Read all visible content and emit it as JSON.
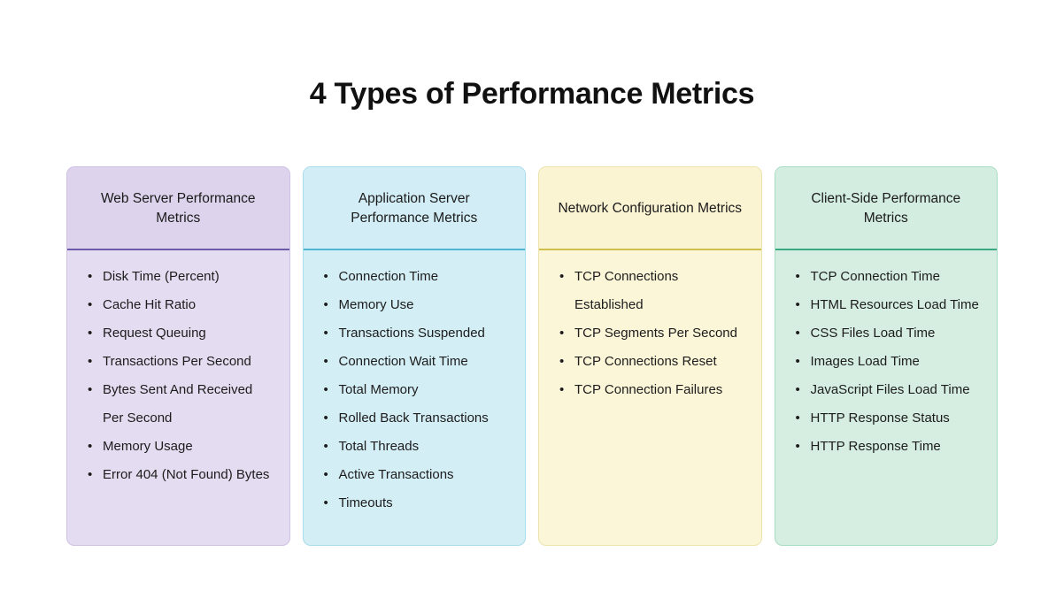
{
  "page": {
    "title": "4 Types of Performance Metrics",
    "background_color": "#ffffff"
  },
  "cards": [
    {
      "id": "web-server-performance-metrics",
      "header": "Web Server Performance Metrics",
      "accent_color": "#6d5aa8",
      "header_bg": "#ddd3ec",
      "body_bg": "#e4dcf1",
      "items": [
        "Disk Time (Percent)",
        "Cache Hit Ratio",
        "Request Queuing",
        "Transactions Per Second",
        "Bytes Sent And Received Per Second",
        "Memory Usage",
        "Error 404 (Not Found) Bytes"
      ]
    },
    {
      "id": "application-server-performance-metrics",
      "header": "Application Server Performance Metrics",
      "accent_color": "#4eb6d2",
      "header_bg": "#d2edf6",
      "body_bg": "#d4eef6",
      "items": [
        "Connection Time",
        "Memory Use",
        "Transactions Suspended",
        "Connection Wait Time",
        "Total Memory",
        "Rolled Back Transactions",
        "Total Threads",
        "Active Transactions",
        "Timeouts"
      ]
    },
    {
      "id": "network-configuration-metrics",
      "header": "Network Configuration Metrics",
      "accent_color": "#cfc04e",
      "header_bg": "#fbf4d3",
      "body_bg": "#fcf6d8",
      "items": [
        "TCP Connections Established",
        "TCP Segments Per Second",
        "TCP Connections Reset",
        "TCP Connection Failures"
      ]
    },
    {
      "id": "client-side-performance-metrics",
      "header": "Client-Side Performance Metrics",
      "accent_color": "#39a982",
      "header_bg": "#d3ede0",
      "body_bg": "#d5eee1",
      "items": [
        "TCP Connection Time",
        "HTML Resources Load Time",
        "CSS Files Load Time",
        "Images Load Time",
        "JavaScript Files Load Time",
        "HTTP Response Status",
        "HTTP Response Time"
      ]
    }
  ],
  "bullet_glyph": "•"
}
